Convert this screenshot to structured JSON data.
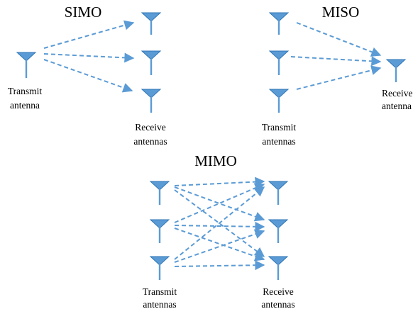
{
  "simo": {
    "title": "SIMO",
    "tx_label_line1": "Transmit",
    "tx_label_line2": "antenna",
    "rx_label_line1": "Receive",
    "rx_label_line2": "antennas"
  },
  "miso": {
    "title": "MISO",
    "tx_label_line1": "Transmit",
    "tx_label_line2": "antennas",
    "rx_label_line1": "Receive",
    "rx_label_line2": "antenna"
  },
  "mimo": {
    "title": "MIMO",
    "tx_label_line1": "Transmit",
    "tx_label_line2": "antennas",
    "rx_label_line1": "Receive",
    "rx_label_line2": "antennas"
  },
  "colors": {
    "antenna": "#5B9BD5",
    "link": "#5B9BD5",
    "text": "#000000"
  },
  "icon": "antenna-icon"
}
